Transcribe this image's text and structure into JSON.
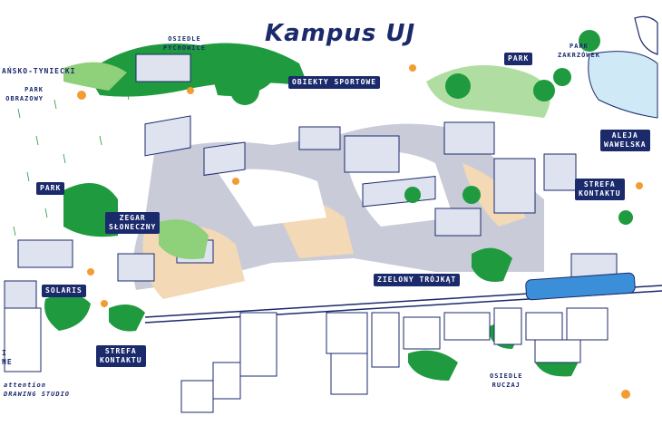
{
  "title": "Kampus UJ",
  "colors": {
    "green": "#1f9a3f",
    "light_green": "#8fd07a",
    "navy": "#1b2a6b",
    "path": "#c9ccd8",
    "sand": "#f3d9b5",
    "orange": "#f39c32",
    "tram": "#3a8fd8",
    "water": "#cfe9f7"
  },
  "labels": {
    "osiedle_pychowice": "OSIEDLE\nPYCHOWICE",
    "lasko_tyniecki": "AŃSKO-TYNIECKI",
    "park_obrazowy": "PARK\nOBRAZOWY",
    "park_zakrzowek": "PARK\nZAKRZÓWEK",
    "osiedle_ruczaj": "OSIEDLE\nRUCZAJ",
    "credit": "attention\nDRAWING STUDIO",
    "left_edge": "I\nNE"
  },
  "tags": {
    "obiekty": "OBIEKTY SPORTOWE",
    "park_top": "PARK",
    "park_left": "PARK",
    "aleja": "ALEJA\nWAWELSKA",
    "zegar": "ZEGAR\nSŁONECZNY",
    "strefa_right": "STREFA\nKONTAKTU",
    "solaris": "SOLARIS",
    "zielony": "ZIELONY TRÓJKĄT",
    "strefa_left": "STREFA\nKONTAKTU"
  }
}
